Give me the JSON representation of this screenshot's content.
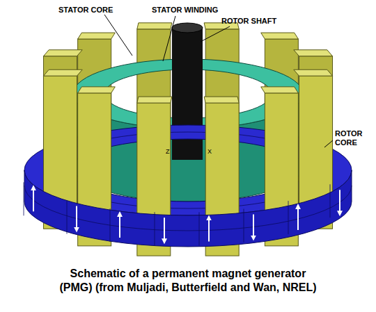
{
  "diagram": {
    "caption": "Schematic of a permanent magnet generator (PMG) (from Muljadi, Butterfield and Wan, NREL)",
    "labels": [
      "STATOR CORE",
      "STATOR WINDING",
      "ROTOR SHAFT",
      "ROTOR CORE",
      "Z",
      "X"
    ]
  }
}
